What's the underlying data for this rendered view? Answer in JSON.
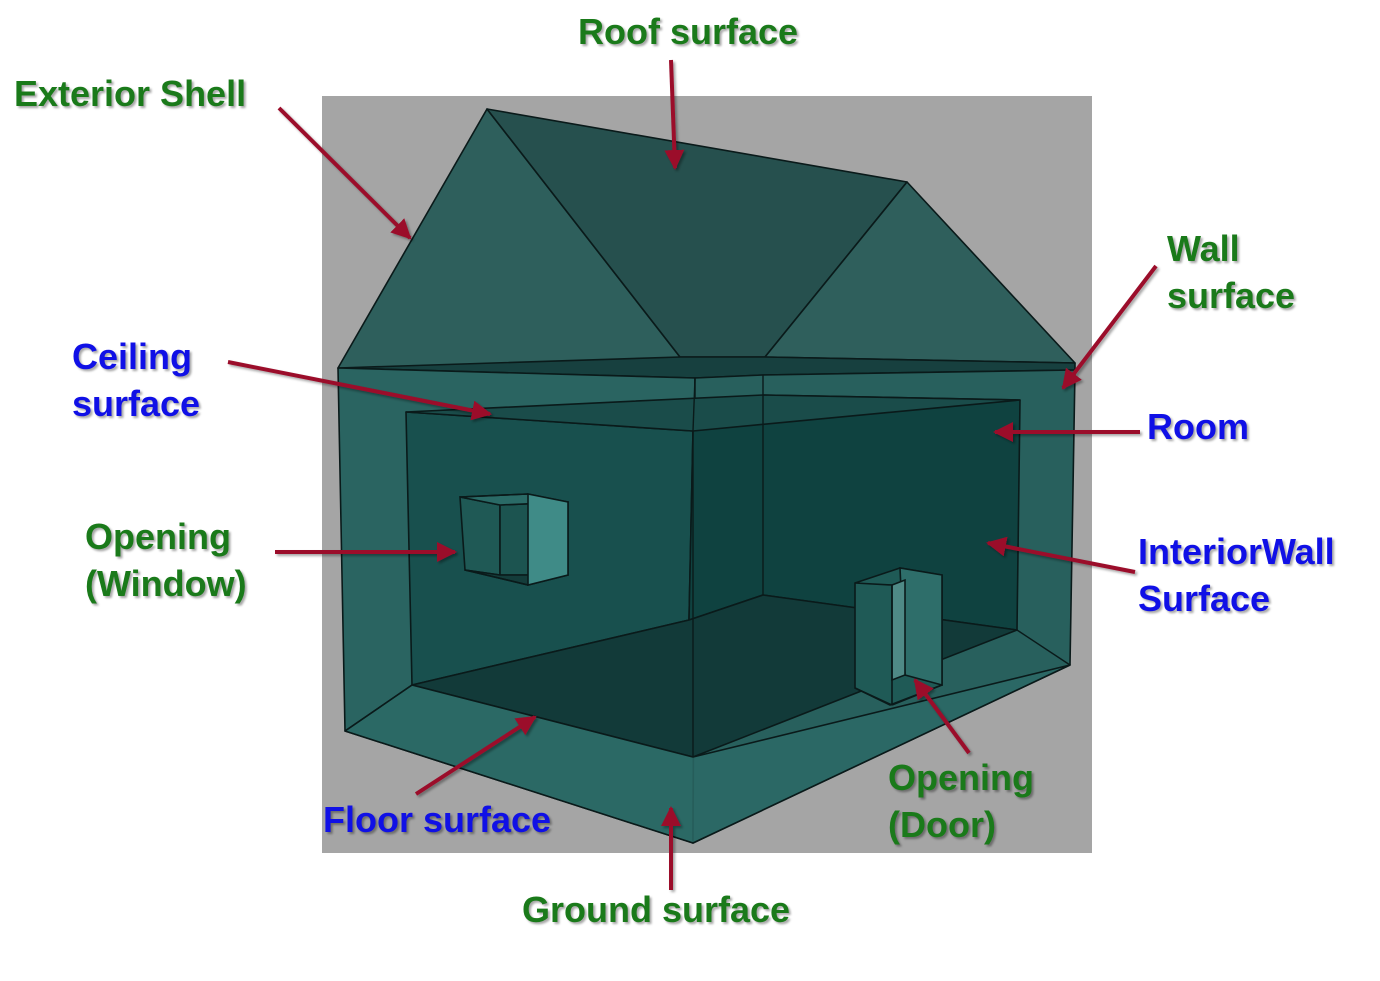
{
  "colors": {
    "background_panel": "#a5a5a5",
    "teal_fill": "#1f5a58",
    "teal_dark": "#0e3c3b",
    "edge": "#0a1a1a",
    "arrow": "#9b0e2c",
    "label_green": "#1a7a1a",
    "label_blue": "#1010e6"
  },
  "labels": {
    "roof": "Roof surface",
    "exterior_shell": "Exterior Shell",
    "wall_line1": "Wall",
    "wall_line2": "surface",
    "ceiling_line1": "Ceiling",
    "ceiling_line2": "surface",
    "room": "Room",
    "opening_window_line1": "Opening",
    "opening_window_line2": "(Window)",
    "interior_wall_line1": "InteriorWall",
    "interior_wall_line2": "Surface",
    "floor": "Floor surface",
    "opening_door_line1": "Opening",
    "opening_door_line2": "(Door)",
    "ground": "Ground surface"
  }
}
